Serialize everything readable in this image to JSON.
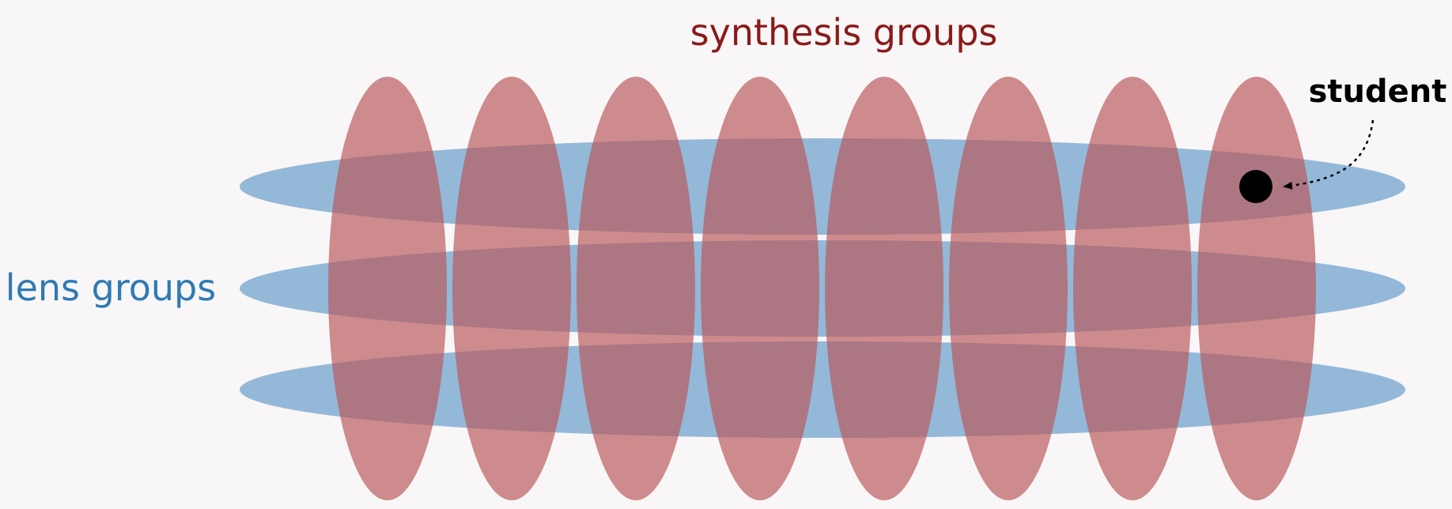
{
  "title": "synthesis groups",
  "left_label": "lens groups",
  "callout_label": "student",
  "colors": {
    "background": "#f8f6f7",
    "synthesis": "#b8595a",
    "lens": "#7aa9cf",
    "title_text": "#8b1a1a",
    "lens_text": "#2f7ab3",
    "student": "#000000"
  },
  "synthesis_groups": [
    "group-1",
    "group-2",
    "group-3",
    "group-4",
    "group-5",
    "group-6",
    "group-7",
    "group-8"
  ],
  "lens_groups": [
    "lens-1",
    "lens-2",
    "lens-3"
  ],
  "icons": {
    "student_marker": "filled-circle-icon",
    "pointer": "dotted-arrow-icon"
  }
}
